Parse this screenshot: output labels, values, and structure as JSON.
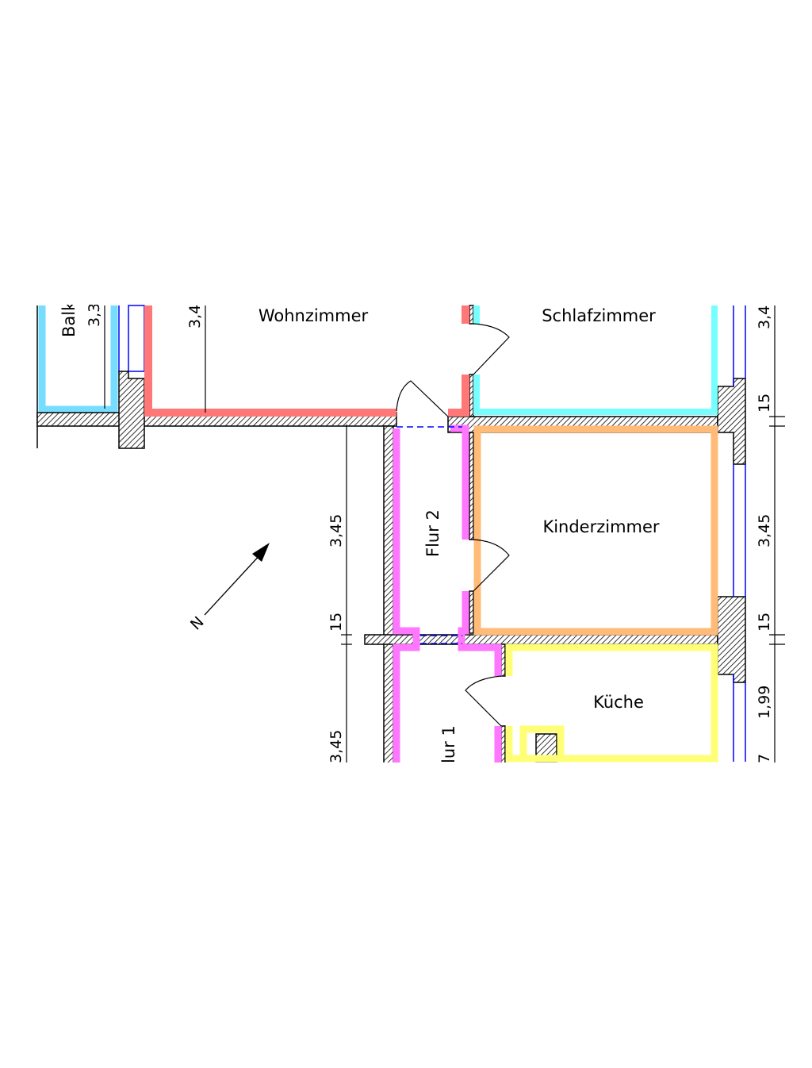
{
  "rooms": {
    "balcony": "Balk",
    "living": "Wohnzimmer",
    "bedroom": "Schlafzimmer",
    "hall2": "Flur 2",
    "children": "Kinderzimmer",
    "kitchen": "Küche",
    "hall1": "lur 1"
  },
  "dimensions": {
    "balcony_width": "3,3",
    "living_width": "3,4",
    "left_1": "3,45",
    "left_2": "15",
    "left_3": "3,45",
    "right_1": "3,4",
    "right_2": "15",
    "right_3": "3,45",
    "right_4": "15",
    "right_5": "1,99",
    "right_6": "7"
  },
  "north_label": "N",
  "colors": {
    "balcony": "#77ddff",
    "living": "#ff7777",
    "bedroom": "#77ffff",
    "hall": "#ff77ff",
    "children": "#ffbb77",
    "kitchen": "#ffff77",
    "window": "#0000ff"
  }
}
